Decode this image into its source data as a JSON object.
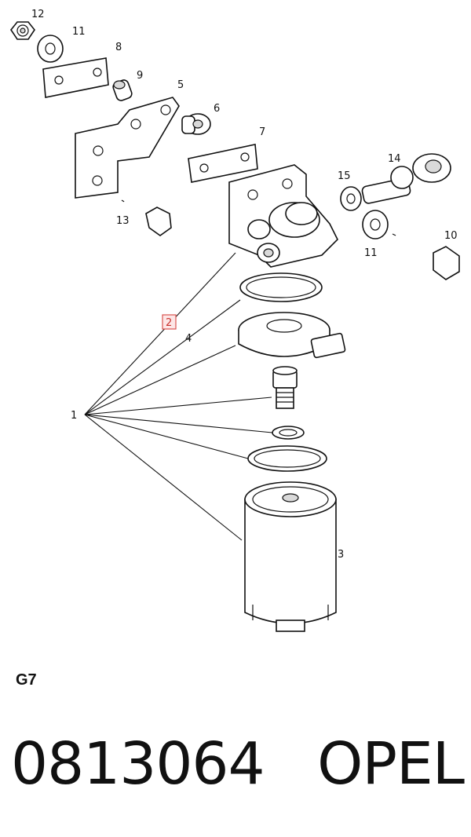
{
  "callouts": {
    "c12": "12",
    "c11a": "11",
    "c8": "8",
    "c9": "9",
    "c5": "5",
    "c6": "6",
    "c7": "7",
    "c13": "13",
    "c15": "15",
    "c14": "14",
    "c11b": "11",
    "c10": "10",
    "c2": "2",
    "c4": "4",
    "c1": "1",
    "c3": "3"
  },
  "group_code": "G7",
  "footer": {
    "part_number": "0813064",
    "brand": "OPEL"
  },
  "colors": {
    "highlight_box": "#d9534f"
  }
}
